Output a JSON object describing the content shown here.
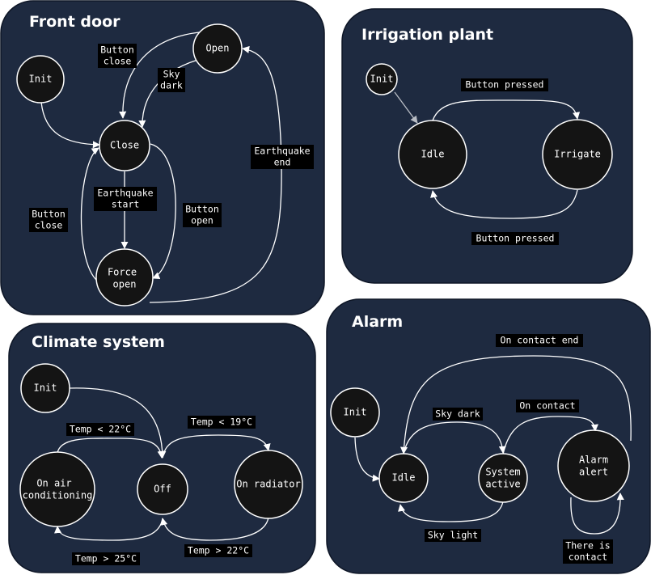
{
  "panels": {
    "front_door": {
      "title": "Front door",
      "states": {
        "init": "Init",
        "open": "Open",
        "close": "Close",
        "force_open": [
          "Force",
          "open"
        ]
      },
      "transitions": {
        "button_close_top": [
          "Button",
          "close"
        ],
        "sky_dark": [
          "Sky",
          "dark"
        ],
        "earthquake_end": [
          "Earthquake",
          "end"
        ],
        "earthquake_start": [
          "Earthquake",
          "start"
        ],
        "button_open": [
          "Button",
          "open"
        ],
        "button_close_left": [
          "Button",
          "close"
        ]
      }
    },
    "irrigation": {
      "title": "Irrigation plant",
      "states": {
        "init": "Init",
        "idle": "Idle",
        "irrigate": "Irrigate"
      },
      "transitions": {
        "top": "Button pressed",
        "bottom": "Button pressed"
      }
    },
    "climate": {
      "title": "Climate system",
      "states": {
        "init": "Init",
        "ac": [
          "On air",
          "conditioning"
        ],
        "off": "Off",
        "radiator": "On radiator"
      },
      "transitions": {
        "temp_lt_22": "Temp < 22°C",
        "temp_lt_19": "Temp < 19°C",
        "temp_gt_25": "Temp > 25°C",
        "temp_gt_22": "Temp > 22°C"
      }
    },
    "alarm": {
      "title": "Alarm",
      "states": {
        "init": "Init",
        "idle": "Idle",
        "system_active": [
          "System",
          "active"
        ],
        "alarm_alert": [
          "Alarm",
          "alert"
        ]
      },
      "transitions": {
        "on_contact_end": "On contact end",
        "sky_dark": "Sky dark",
        "on_contact": "On contact",
        "sky_light": "Sky light",
        "there_is_contact": [
          "There is",
          "contact"
        ]
      }
    }
  }
}
